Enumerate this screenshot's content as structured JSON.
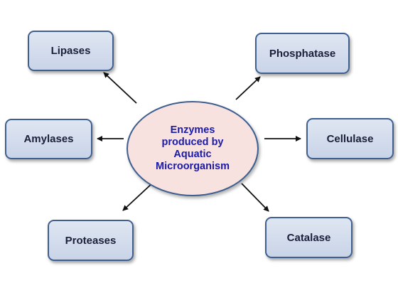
{
  "center": {
    "lines": [
      "Enzymes",
      "produced by",
      "Aquatic",
      "Microorganism"
    ]
  },
  "nodes": {
    "lipases": "Lipases",
    "phosphatase": "Phosphatase",
    "amylases": "Amylases",
    "cellulase": "Cellulase",
    "proteases": "Proteases",
    "catalase": "Catalase"
  },
  "colors": {
    "box_fill": "#d3dcec",
    "box_border": "#3e5f8f",
    "box_text": "#1a1f3a",
    "center_fill": "#f8e2e0",
    "center_text": "#1b1aa8",
    "arrow": "#111111"
  }
}
